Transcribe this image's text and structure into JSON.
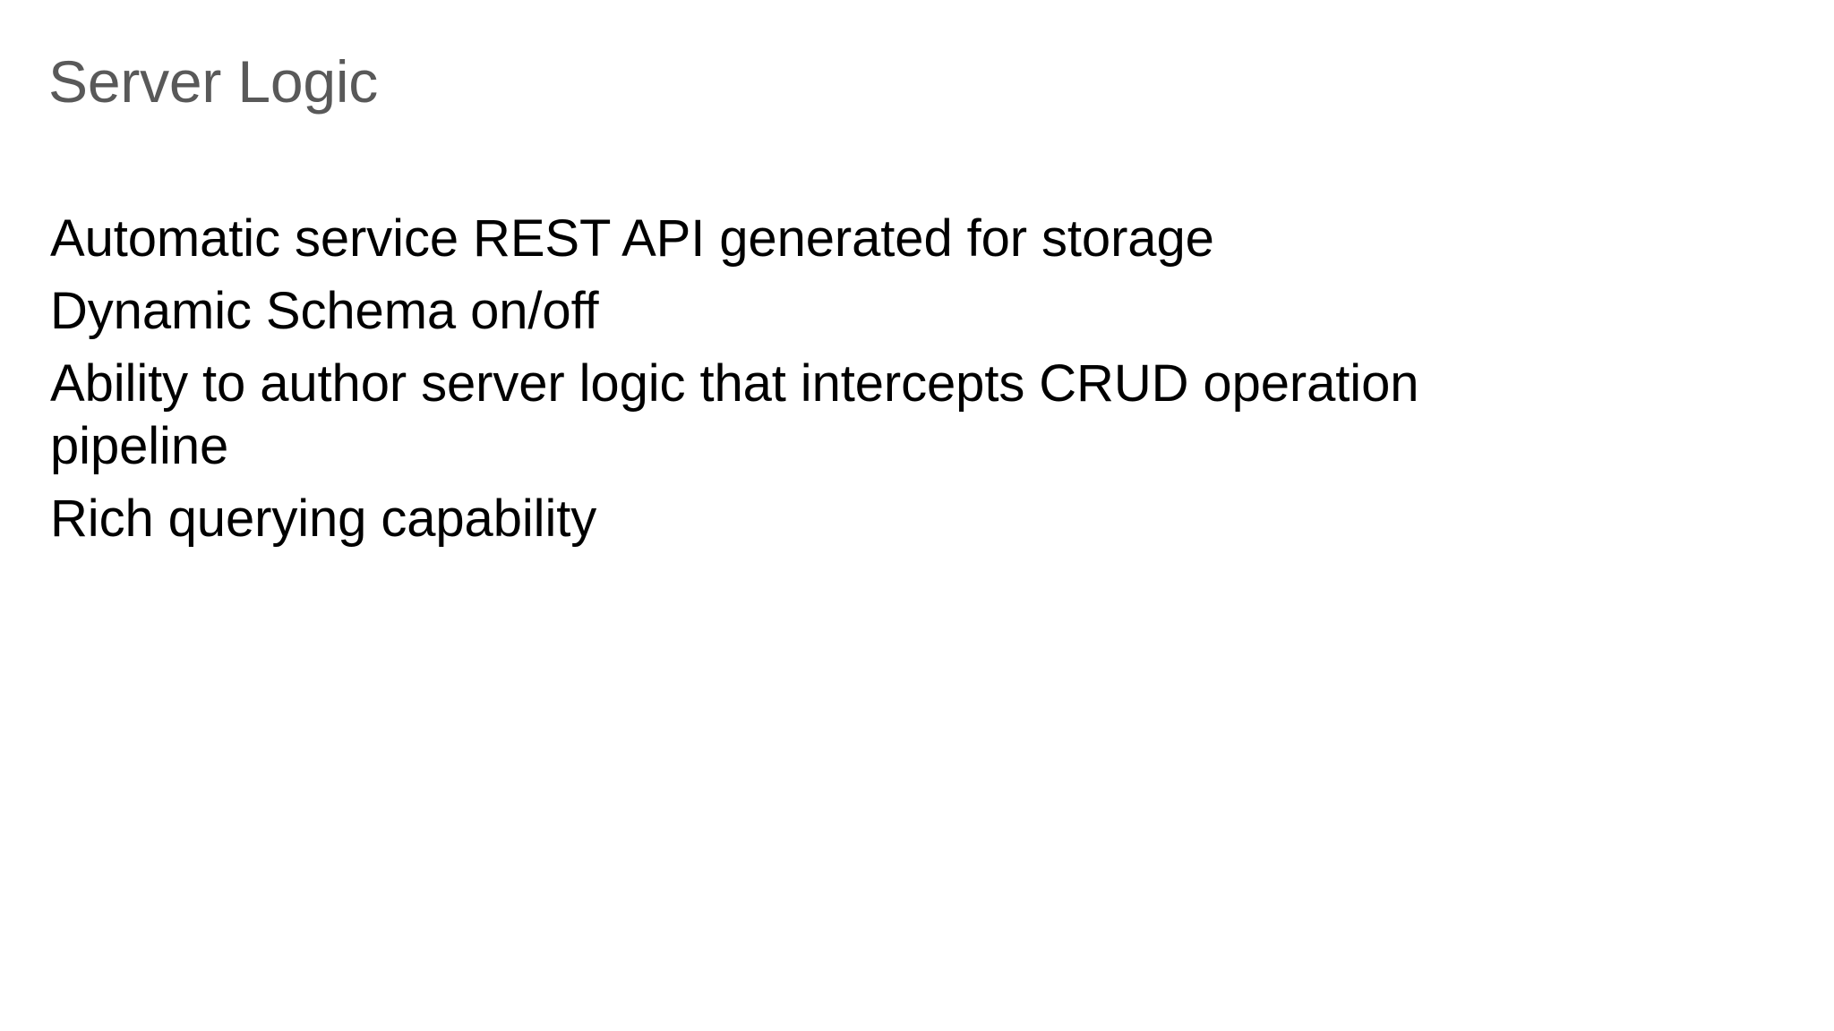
{
  "slide": {
    "title": "Server Logic",
    "title_color": "#595959",
    "body_color": "#000000",
    "background_color": "#ffffff",
    "bullets": [
      {
        "text": "Automatic service REST API generated for storage"
      },
      {
        "text": "Dynamic Schema on/off"
      },
      {
        "text": "Ability to author server logic that intercepts CRUD operation pipeline"
      },
      {
        "text": "Rich querying capability"
      }
    ]
  }
}
